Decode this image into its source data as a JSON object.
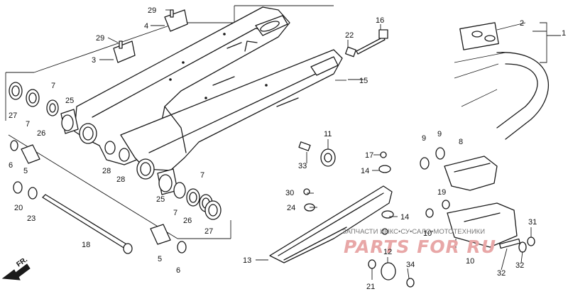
{
  "callouts": [
    {
      "id": "c1",
      "text": "1"
    },
    {
      "id": "c2",
      "text": "2"
    },
    {
      "id": "c3",
      "text": "3"
    },
    {
      "id": "c4",
      "text": "4"
    },
    {
      "id": "c5a",
      "text": "5"
    },
    {
      "id": "c5b",
      "text": "5"
    },
    {
      "id": "c6a",
      "text": "6"
    },
    {
      "id": "c6b",
      "text": "6"
    },
    {
      "id": "c7a",
      "text": "7"
    },
    {
      "id": "c7b",
      "text": "7"
    },
    {
      "id": "c7c",
      "text": "7"
    },
    {
      "id": "c7d",
      "text": "7"
    },
    {
      "id": "c8",
      "text": "8"
    },
    {
      "id": "c9a",
      "text": "9"
    },
    {
      "id": "c9b",
      "text": "9"
    },
    {
      "id": "c10a",
      "text": "10"
    },
    {
      "id": "c10b",
      "text": "10"
    },
    {
      "id": "c11",
      "text": "11"
    },
    {
      "id": "c12",
      "text": "12"
    },
    {
      "id": "c13",
      "text": "13"
    },
    {
      "id": "c14a",
      "text": "14"
    },
    {
      "id": "c14b",
      "text": "14"
    },
    {
      "id": "c15",
      "text": "15"
    },
    {
      "id": "c16",
      "text": "16"
    },
    {
      "id": "c17",
      "text": "17"
    },
    {
      "id": "c18",
      "text": "18"
    },
    {
      "id": "c19",
      "text": "19"
    },
    {
      "id": "c20",
      "text": "20"
    },
    {
      "id": "c21",
      "text": "21"
    },
    {
      "id": "c22",
      "text": "22"
    },
    {
      "id": "c23",
      "text": "23"
    },
    {
      "id": "c24",
      "text": "24"
    },
    {
      "id": "c25a",
      "text": "25"
    },
    {
      "id": "c25b",
      "text": "25"
    },
    {
      "id": "c26a",
      "text": "26"
    },
    {
      "id": "c26b",
      "text": "26"
    },
    {
      "id": "c27a",
      "text": "27"
    },
    {
      "id": "c27b",
      "text": "27"
    },
    {
      "id": "c28a",
      "text": "28"
    },
    {
      "id": "c28b",
      "text": "28"
    },
    {
      "id": "c29a",
      "text": "29"
    },
    {
      "id": "c29b",
      "text": "29"
    },
    {
      "id": "c30",
      "text": "30"
    },
    {
      "id": "c31",
      "text": "31"
    },
    {
      "id": "c32a",
      "text": "32"
    },
    {
      "id": "c32b",
      "text": "32"
    },
    {
      "id": "c33",
      "text": "33"
    },
    {
      "id": "c34",
      "text": "34"
    }
  ],
  "direction_marker": "FR.",
  "watermark": {
    "caption": "ЗАПЧАСТИ ИНКС•СУ•САЛО•МОТОТЕХНИКИ",
    "logo": "PARTS FOR RU"
  }
}
